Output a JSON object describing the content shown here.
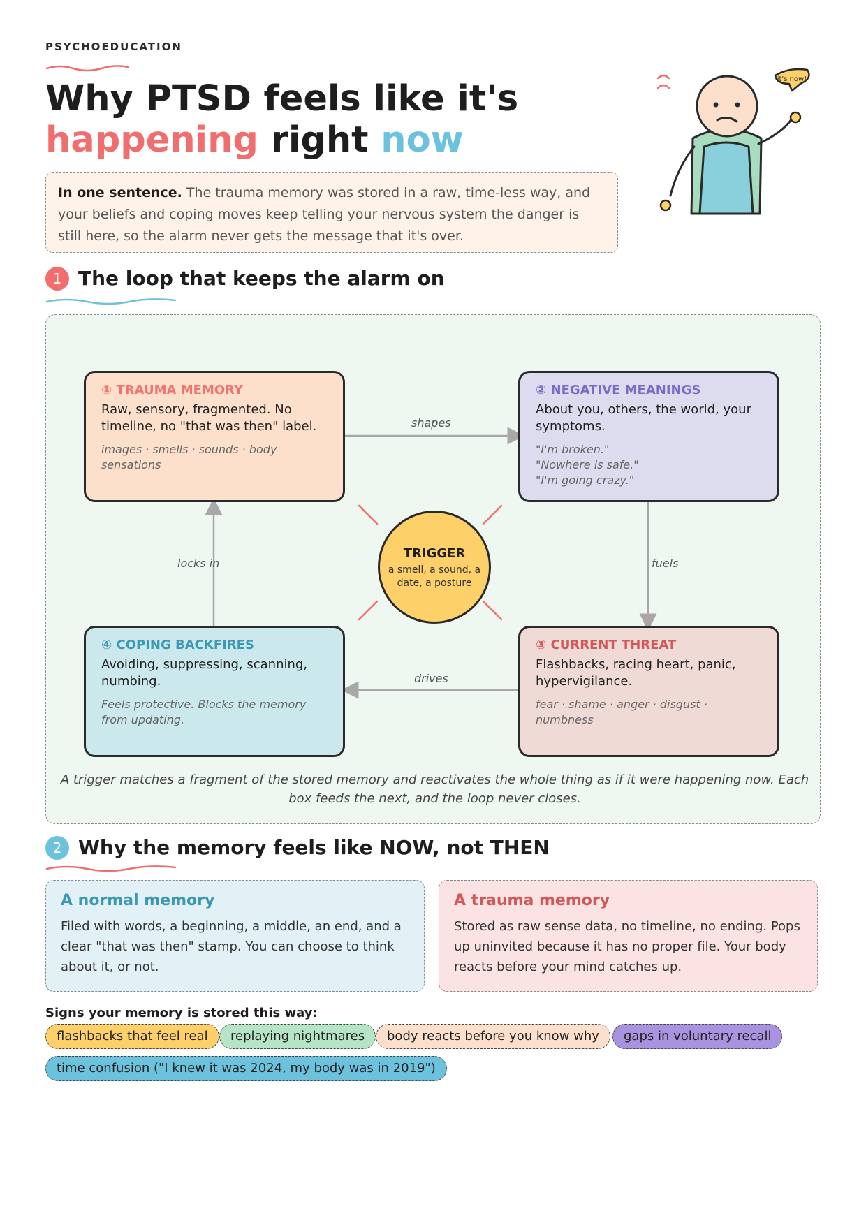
{
  "header": {
    "eyebrow": "PSYCHOEDUCATION",
    "title_line1": "Why PTSD feels like it's",
    "title_word_happening": "happening",
    "title_word_right": " right ",
    "title_word_now": "now",
    "bubble_text": "it's now!"
  },
  "summary": {
    "lead": "In one sentence.",
    "text": " The trauma memory was stored in a raw, time-less way, and your beliefs and coping moves keep telling your nervous system the danger is still here, so the alarm never gets the message that it's over."
  },
  "section1": {
    "number": "1",
    "title": "The loop that keeps the alarm on",
    "boxes": [
      {
        "title": "① TRAUMA MEMORY",
        "body": "Raw, sensory, fragmented. No timeline, no \"that was then\" label.",
        "note": "images · smells · sounds · body sensations"
      },
      {
        "title": "② NEGATIVE MEANINGS",
        "body": "About you, others, the world, your symptoms.",
        "note": "\"I'm broken.\"\n\"Nowhere is safe.\"\n\"I'm going crazy.\""
      },
      {
        "title": "③ CURRENT THREAT",
        "body": "Flashbacks, racing heart, panic, hypervigilance.",
        "note": "fear · shame · anger · disgust · numbness"
      },
      {
        "title": "④ COPING BACKFIRES",
        "body": "Avoiding, suppressing, scanning, numbing.",
        "note": "Feels protective. Blocks the memory from updating."
      }
    ],
    "edges": {
      "shapes": "shapes",
      "fuels": "fuels",
      "drives": "drives",
      "locks_in": "locks in"
    },
    "trigger": {
      "title": "TRIGGER",
      "sub": "a smell, a sound, a date, a posture"
    },
    "caption": "A trigger matches a fragment of the stored memory and reactivates the whole thing as if it were happening now. Each box feeds the next, and the loop never closes."
  },
  "section2": {
    "number": "2",
    "title": "Why the memory feels like NOW, not THEN",
    "normal": {
      "title": "A normal memory",
      "body": "Filed with words, a beginning, a middle, an end, and a clear \"that was then\" stamp. You can choose to think about it, or not."
    },
    "trauma": {
      "title": "A trauma memory",
      "body": "Stored as raw sense data, no timeline, no ending. Pops up uninvited because it has no proper file. Your body reacts before your mind catches up."
    },
    "signs_title": "Signs your memory is stored this way:",
    "signs": [
      "flashbacks that feel real",
      "replaying nightmares",
      "body reacts before you know why",
      "gaps in voluntary recall",
      "time confusion (\"I knew it was 2024, my body was in 2019\")"
    ]
  },
  "colors": {
    "coral": "#f26d6d",
    "blue": "#6cc2dc",
    "box1_bg": "#fde0cc",
    "box1_title": "#f0736e",
    "box2_bg": "#dcdcee",
    "box2_title": "#7c6bc4",
    "box3_bg": "#f0dad6",
    "box3_title": "#d05858",
    "box4_bg": "#cbe9ec",
    "box4_title": "#3d98b3",
    "trigger": "#fdd06a",
    "pill_yellow": "#fdd06a",
    "pill_green": "#b5e4c6",
    "pill_peach": "#fde0cc",
    "pill_purple": "#a993e0",
    "pill_blue": "#6cc2dc"
  },
  "icons": [
    "stick-figure-illustration",
    "alarm-mark-icon",
    "speech-bubble-icon",
    "arrow-icon"
  ]
}
